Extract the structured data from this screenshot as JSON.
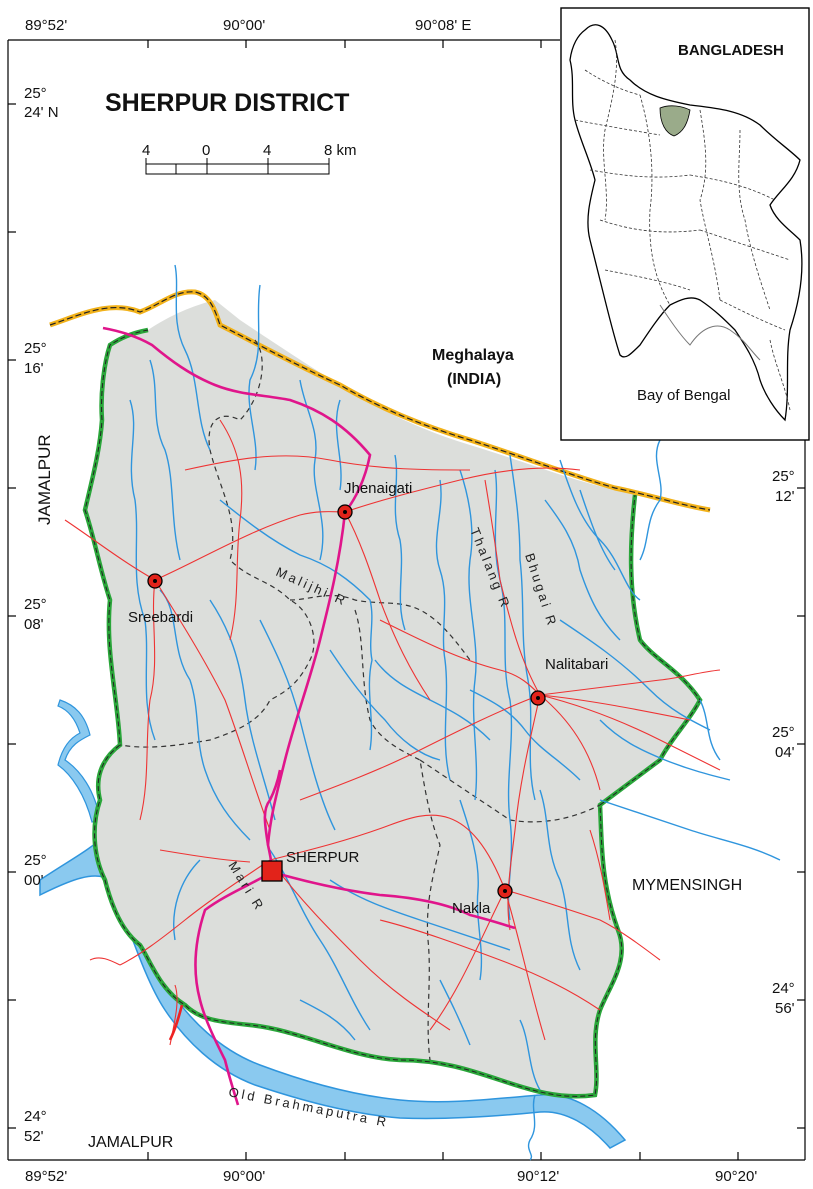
{
  "map": {
    "title": "SHERPUR DISTRICT",
    "colors": {
      "land": "#dcdedb",
      "river": "#2f95dd",
      "road_major": "#e0158b",
      "road_minor": "#ee3333",
      "district_border": "#2aa63a",
      "international_border": "#f2b21a",
      "upazila_border": "#333333",
      "water_fill": "#8ac9ef",
      "marker": "#e2231a",
      "highlight": "#9aab8a"
    },
    "scale": {
      "ticks": [
        "4",
        "0",
        "4",
        "8 km"
      ]
    },
    "coords": {
      "top": [
        "89°52'",
        "90°00'",
        "90°08' E"
      ],
      "bottom": [
        "89°52'",
        "90°00'",
        "90°12'",
        "90°20'"
      ],
      "left": [
        {
          "deg": "25°",
          "min": "24' N"
        },
        {
          "deg": "25°",
          "min": "16'"
        },
        {
          "deg": "25°",
          "min": "08'"
        },
        {
          "deg": "25°",
          "min": "00'"
        },
        {
          "deg": "24°",
          "min": "52'"
        }
      ],
      "right": [
        {
          "deg": "25°",
          "min": "12'"
        },
        {
          "deg": "25°",
          "min": "04'"
        },
        {
          "deg": "24°",
          "min": "56'"
        }
      ]
    },
    "places": {
      "jhenaigati": "Jhenaigati",
      "sreebardi": "Sreebardi",
      "nalitabari": "Nalitabari",
      "sherpur": "SHERPUR",
      "nakla": "Nakla"
    },
    "regions": {
      "meghalaya_1": "Meghalaya",
      "meghalaya_2": "(INDIA)",
      "jamalpur_west": "JAMALPUR",
      "jamalpur_south": "JAMALPUR",
      "mymensingh": "MYMENSINGH"
    },
    "rivers": {
      "malijhi": "Malijhi R",
      "thalang": "Thalang R",
      "bhugai": "Bhugai R",
      "mari": "Mari R",
      "old_brahmaputra": "Old Brahmaputra R"
    },
    "inset": {
      "title": "BANGLADESH",
      "sea_label": "Bay of Bengal"
    }
  }
}
